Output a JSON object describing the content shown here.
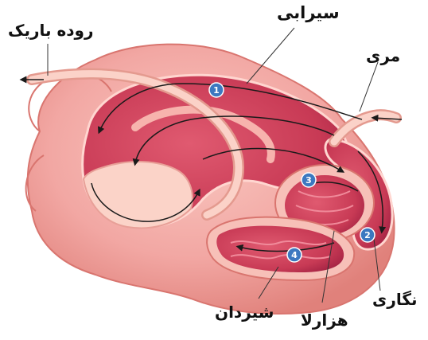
{
  "labels": {
    "small_intestine": "روده باریک",
    "rumen": "سیرابی",
    "esophagus": "مری",
    "reticulum": "نگاری",
    "abomasum": "شیردان",
    "omasum": "هزارلا"
  },
  "markers": [
    "1",
    "2",
    "3",
    "4"
  ],
  "colors": {
    "outer_tissue": "#f2a7a3",
    "outer_edge": "#d9756f",
    "inner_chamber": "#c83a55",
    "inner_dark": "#9e1f3c",
    "marker_fill": "#3c78c0",
    "arrow": "#1a1a1a"
  }
}
